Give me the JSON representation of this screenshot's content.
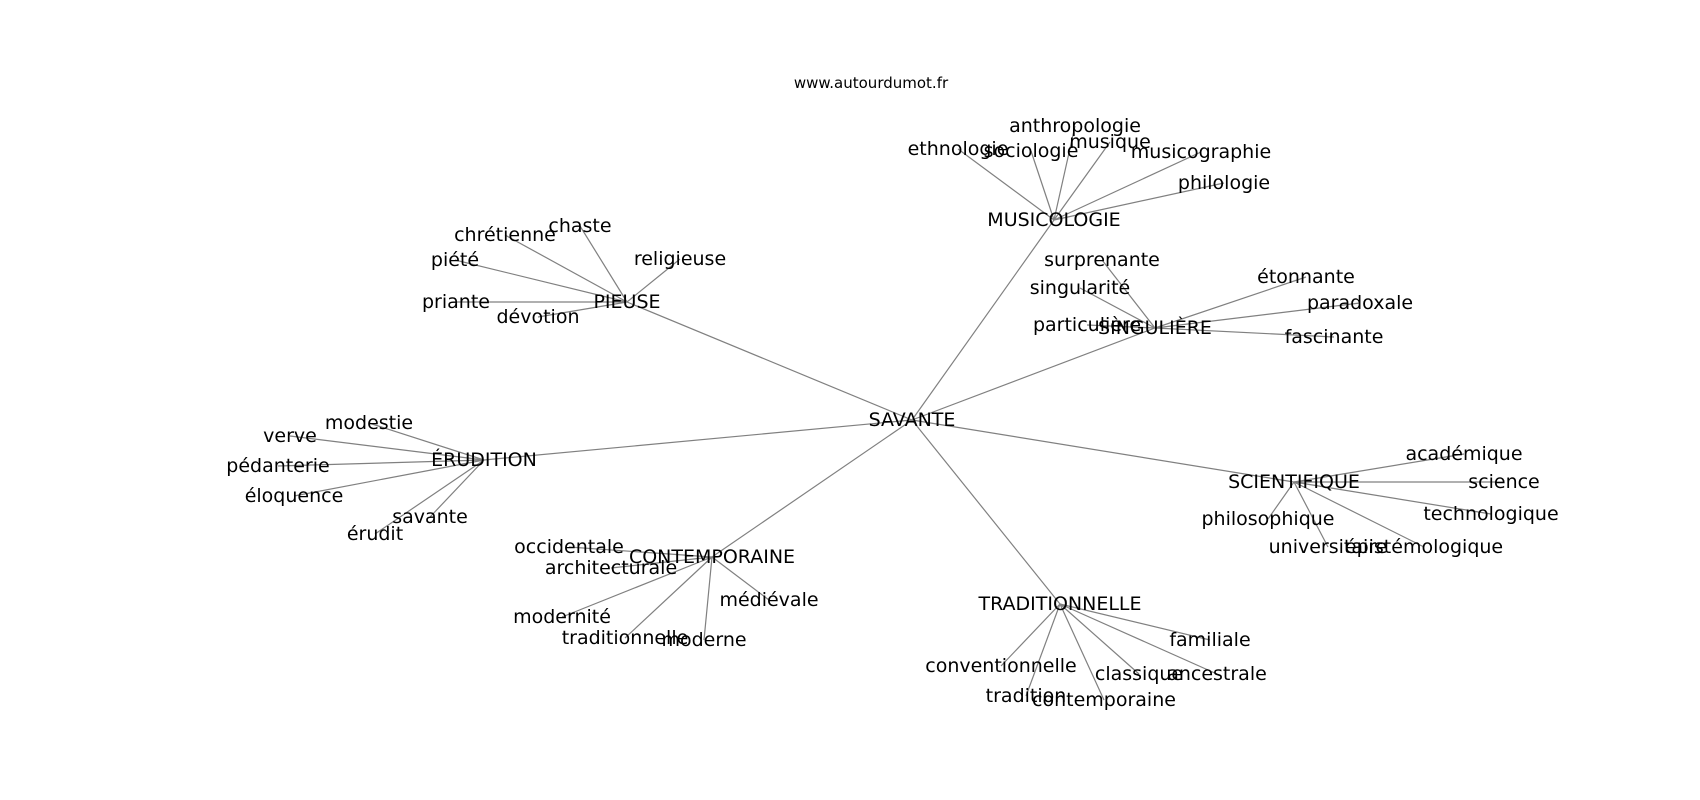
{
  "source": "www.autourdumot.fr",
  "root": "SAVANTE",
  "groups": [
    {
      "label": "PIEUSE",
      "words": [
        "chaste",
        "chrétienne",
        "piété",
        "religieuse",
        "priante",
        "dévotion"
      ]
    },
    {
      "label": "MUSICOLOGIE",
      "words": [
        "anthropologie",
        "ethnologie",
        "sociologie",
        "musique",
        "musicographie",
        "philologie"
      ]
    },
    {
      "label": "SINGULIÈRE",
      "words": [
        "surprenante",
        "singularité",
        "particulière",
        "étonnante",
        "paradoxale",
        "fascinante"
      ]
    },
    {
      "label": "ÉRUDITION",
      "words": [
        "modestie",
        "verve",
        "pédanterie",
        "éloquence",
        "savante",
        "érudit"
      ]
    },
    {
      "label": "SCIENTIFIQUE",
      "words": [
        "académique",
        "science",
        "technologique",
        "philosophique",
        "universitaire",
        "épistémologique"
      ]
    },
    {
      "label": "CONTEMPORAINE",
      "words": [
        "occidentale",
        "architecturale",
        "médiévale",
        "modernité",
        "traditionnelle",
        "moderne"
      ]
    },
    {
      "label": "TRADITIONNELLE",
      "words": [
        "familiale",
        "conventionnelle",
        "classique",
        "ancestrale",
        "tradition",
        "contemporaine"
      ]
    }
  ]
}
